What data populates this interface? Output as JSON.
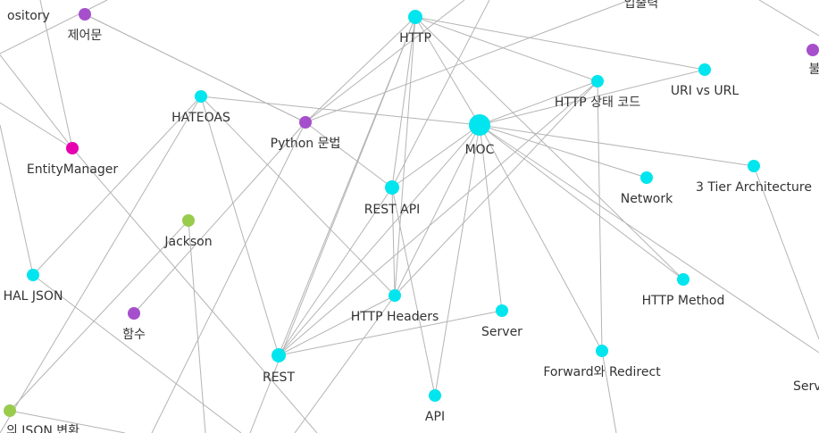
{
  "colors": {
    "moc": "#00e5ee",
    "concept": "#00e5ee",
    "language": "#a64fcc",
    "jpa": "#e600b0",
    "library": "#99cc4d",
    "edge": "#b4b4b4",
    "label": "#333333"
  },
  "nodes": [
    {
      "id": "repository",
      "label": "ository",
      "group": "none"
    },
    {
      "id": "jeeomun",
      "label": "제어문",
      "group": "language"
    },
    {
      "id": "ipchullyeok",
      "label": "입출력",
      "group": "none"
    },
    {
      "id": "bul",
      "label": "불",
      "group": "language"
    },
    {
      "id": "http",
      "label": "HTTP",
      "group": "concept"
    },
    {
      "id": "http-status",
      "label": "HTTP 상태 코드",
      "group": "concept"
    },
    {
      "id": "uri-url",
      "label": "URI vs URL",
      "group": "concept"
    },
    {
      "id": "hateoas",
      "label": "HATEOAS",
      "group": "concept"
    },
    {
      "id": "python",
      "label": "Python 문법",
      "group": "language"
    },
    {
      "id": "moc",
      "label": "MOC",
      "group": "moc"
    },
    {
      "id": "entitymanager",
      "label": "EntityManager",
      "group": "jpa"
    },
    {
      "id": "network",
      "label": "Network",
      "group": "concept"
    },
    {
      "id": "three-tier",
      "label": "3 Tier Architecture",
      "group": "concept"
    },
    {
      "id": "rest-api",
      "label": "REST API",
      "group": "concept"
    },
    {
      "id": "jackson",
      "label": "Jackson",
      "group": "library"
    },
    {
      "id": "hal-json",
      "label": "HAL JSON",
      "group": "concept"
    },
    {
      "id": "http-headers",
      "label": "HTTP Headers",
      "group": "concept"
    },
    {
      "id": "http-method",
      "label": "HTTP Method",
      "group": "concept"
    },
    {
      "id": "hamsu",
      "label": "함수",
      "group": "language"
    },
    {
      "id": "server",
      "label": "Server",
      "group": "concept"
    },
    {
      "id": "rest",
      "label": "REST",
      "group": "concept"
    },
    {
      "id": "forward-redirect",
      "label": "Forward와 Redirect",
      "group": "concept"
    },
    {
      "id": "api",
      "label": "API",
      "group": "concept"
    },
    {
      "id": "json-conv",
      "label": "의 JSON 변환",
      "group": "library"
    },
    {
      "id": "serv",
      "label": "Serv",
      "group": "none"
    }
  ],
  "edges": [
    [
      "moc",
      "http"
    ],
    [
      "moc",
      "http-status"
    ],
    [
      "moc",
      "uri-url"
    ],
    [
      "moc",
      "hateoas"
    ],
    [
      "moc",
      "network"
    ],
    [
      "moc",
      "three-tier"
    ],
    [
      "moc",
      "rest-api"
    ],
    [
      "moc",
      "http-headers"
    ],
    [
      "moc",
      "http-method"
    ],
    [
      "moc",
      "server"
    ],
    [
      "moc",
      "rest"
    ],
    [
      "moc",
      "api"
    ],
    [
      "moc",
      "forward-redirect"
    ],
    [
      "http",
      "http-status"
    ],
    [
      "http",
      "uri-url"
    ],
    [
      "http",
      "rest-api"
    ],
    [
      "http",
      "http-headers"
    ],
    [
      "http",
      "http-method"
    ],
    [
      "http",
      "rest"
    ],
    [
      "http",
      "python"
    ],
    [
      "http-status",
      "forward-redirect"
    ],
    [
      "http-status",
      "rest"
    ],
    [
      "http-status",
      "http-headers"
    ],
    [
      "hateoas",
      "http-headers"
    ],
    [
      "hateoas",
      "rest"
    ],
    [
      "hateoas",
      "hal-json"
    ],
    [
      "rest-api",
      "rest"
    ],
    [
      "rest-api",
      "api"
    ],
    [
      "rest-api",
      "http-headers"
    ],
    [
      "rest",
      "http-headers"
    ],
    [
      "rest",
      "server"
    ],
    [
      "python",
      "hamsu"
    ],
    [
      "python",
      "rest-api"
    ],
    [
      "jeeomun",
      "python"
    ],
    [
      "repository",
      "entitymanager"
    ],
    [
      "jackson",
      "json-conv"
    ]
  ]
}
